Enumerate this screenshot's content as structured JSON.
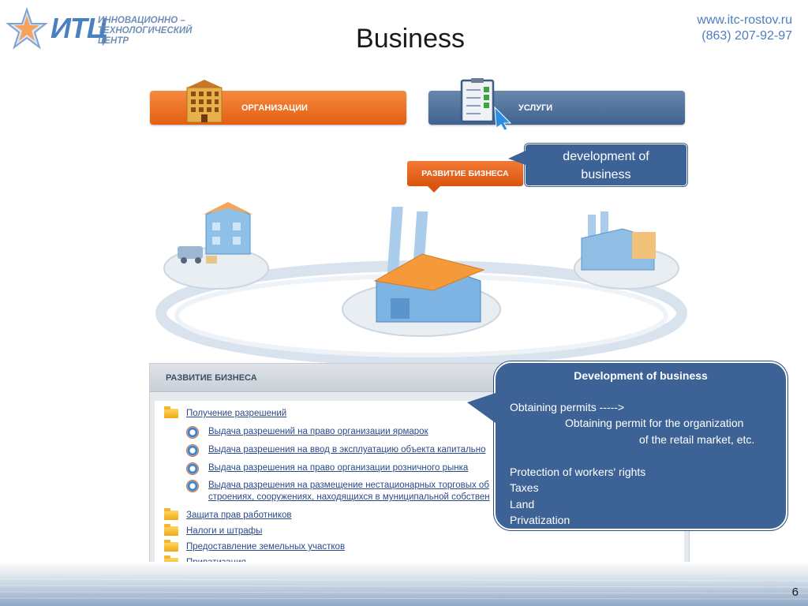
{
  "header": {
    "logo_abbr": "ИТЦ",
    "logo_lines": [
      "ИННОВАЦИОННО –",
      "ТЕХНОЛОГИЧЕСКИЙ",
      "ЦЕНТР"
    ],
    "title": "Business",
    "website": "www.itc-rostov.ru",
    "phone": "(863) 207-92-97"
  },
  "site": {
    "tabs": {
      "organizations": "ОРГАНИЗАЦИИ",
      "services": "УСЛУГИ"
    },
    "dev_tag": "РАЗВИТИЕ БИЗНЕСА",
    "panel": {
      "title": "РАЗВИТИЕ БИЗНЕСА",
      "categories": [
        "Получение разрешений",
        "Защита прав работников",
        "Налоги и штрафы",
        "Предоставление земельных участков",
        "Приватизация"
      ],
      "subitems": [
        [
          "Выдача разрешений на право организации ярмарок"
        ],
        [
          "Выдача разрешения на ввод в эксплуатацию объекта капитально"
        ],
        [
          "Выдача разрешения на право организации розничного рынка"
        ],
        [
          "Выдача разрешения на размещение нестационарных торговых об",
          "строениях, сооружениях, находящихся в муниципальной собствен"
        ]
      ]
    }
  },
  "callout_small": {
    "line1": "development of",
    "line2": "business"
  },
  "callout_big": {
    "title": "Development of business",
    "line1": "Obtaining permits ----->",
    "line2": "Obtaining permit for the organization",
    "line3": "of the retail market, etc.",
    "line4": "Protection of workers' rights",
    "line5": "Taxes",
    "line6": "Land",
    "line7": "Privatization"
  },
  "footer": {
    "page_number": "6"
  },
  "colors": {
    "accent_orange": "#e45f12",
    "accent_blue": "#3d6396",
    "link_blue": "#2a4a8a",
    "brand_blue": "#4d7ec0"
  }
}
